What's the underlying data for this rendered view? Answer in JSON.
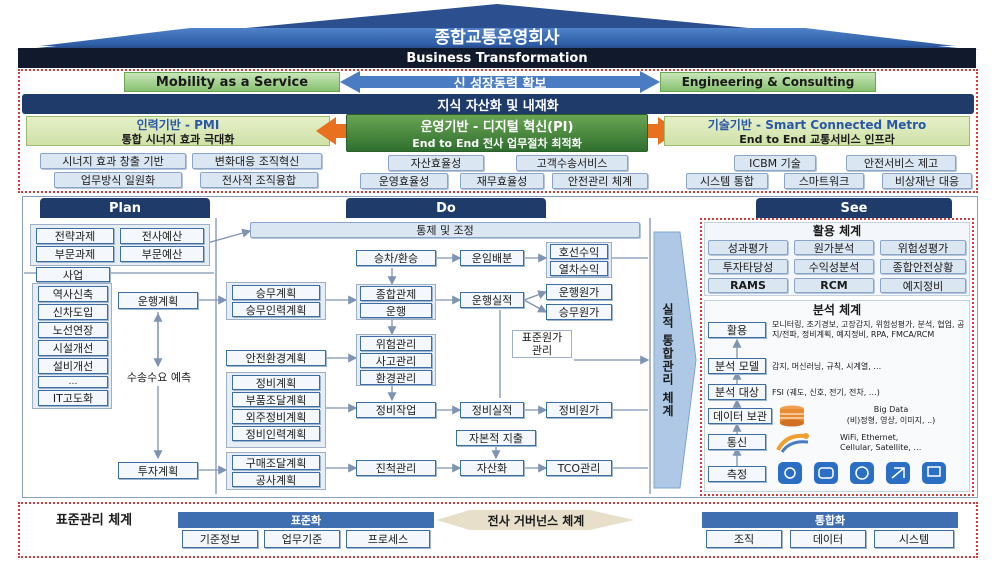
{
  "roof": {
    "title": "종합교통운영회사",
    "subtitle": "Business Transformation"
  },
  "growth": {
    "left": "Mobility as a Service",
    "center": "신 성장동력 확보",
    "right": "Engineering & Consulting"
  },
  "knowledge_bar": "지식 자산화 및 내재화",
  "pillars": {
    "left": {
      "title": "인력기반 - PMI",
      "subtitle": "통합 시너지 효과 극대화",
      "items": [
        "시너지 효과 창출 기반",
        "변화대응 조직혁신",
        "업무방식 일원화",
        "전사적 조직융합"
      ]
    },
    "center": {
      "title": "운영기반 - 디지털 혁신(PI)",
      "subtitle": "End to End 전사 업무절차 최적화",
      "items": [
        "자산효율성",
        "고객수송서비스",
        "운영효율성",
        "재무효율성",
        "안전관리 체계"
      ]
    },
    "right": {
      "title": "기술기반 - Smart Connected Metro",
      "subtitle": "End to End 교통서비스 인프라",
      "items": [
        "ICBM 기술",
        "안전서비스 제고",
        "시스템 통합",
        "스마트워크",
        "비상재난 대응"
      ]
    }
  },
  "sections": {
    "plan": "Plan",
    "do": "Do",
    "see": "See"
  },
  "plan": {
    "top": [
      "전략과제",
      "전사예산",
      "부문과제",
      "부문예산"
    ],
    "business": "사업",
    "business_items": [
      "역사신축",
      "신차도입",
      "노선연장",
      "시설개선",
      "설비개선",
      "…",
      "IT고도화"
    ],
    "operation_plan": "운행계획",
    "demand_forecast": "수송수요 예측",
    "investment_plan": "투자계획"
  },
  "do": {
    "control": "통제 및 조정",
    "crew": [
      "승무계획",
      "승무인력계획"
    ],
    "safety_env": "안전환경계획",
    "maintenance": [
      "정비계획",
      "부품조달계획",
      "외주정비계획",
      "정비인력계획"
    ],
    "procurement": [
      "구매조달계획",
      "공사계획"
    ],
    "transfer": "승차/환승",
    "integrated_control": [
      "종합관제",
      "운행"
    ],
    "risk": [
      "위험관리",
      "사고관리",
      "환경관리"
    ],
    "maint_work": "정비작업",
    "progress": "진척관리",
    "fare_dist": "운임배분",
    "run_perf": "운행실적",
    "maint_perf": "정비실적",
    "capex": "자본적 지출",
    "capitalize": "자산화",
    "revenue": [
      "호선수익",
      "열차수익"
    ],
    "run_cost": "운행원가",
    "crew_cost": "승무원가",
    "std_cost": "표준원가\n관리",
    "maint_cost": "정비원가",
    "tco": "TCO관리",
    "perf_system": "실적 통합관리 체계"
  },
  "see": {
    "use_title": "활용 체계",
    "use_items": [
      "성과평가",
      "원가분석",
      "위험성평가",
      "투자타당성",
      "수익성분석",
      "종합안전상황",
      "RAMS",
      "RCM",
      "예지정비"
    ],
    "analysis_title": "분석 체계",
    "layers": [
      {
        "label": "활용",
        "desc": "모니터링, 조기경보, 고장감지, 위험성평가, 분석, 협업, 공지/전파, 정비계획, 예지정비, RPA, FMCA/RCM"
      },
      {
        "label": "분석 모델",
        "desc": "감지, 머신러닝, 규칙, 시계열, …"
      },
      {
        "label": "분석 대상",
        "desc": "FSI (궤도, 신호, 전기, 전차, …)"
      },
      {
        "label": "데이터 보관",
        "desc": "Big Data\n(비)정형, 영상, 이미지, ..)"
      },
      {
        "label": "통신",
        "desc": "WiFi, Ethernet,\nCellular, Satellite, …"
      },
      {
        "label": "측정",
        "desc": ""
      }
    ]
  },
  "bottom": {
    "title": "표준관리 체계",
    "standard": "표준화",
    "standard_items": [
      "기준정보",
      "업무기준",
      "프로세스"
    ],
    "governance": "전사 거버넌스 체계",
    "integration": "통합화",
    "integration_items": [
      "조직",
      "데이터",
      "시스템"
    ]
  },
  "colors": {
    "navy": "#1e3b6a",
    "green": "#3b7d3b",
    "orange": "#e8701e",
    "red_dots": "#d43c3c",
    "blue_arrow": "#4a7cc4"
  }
}
